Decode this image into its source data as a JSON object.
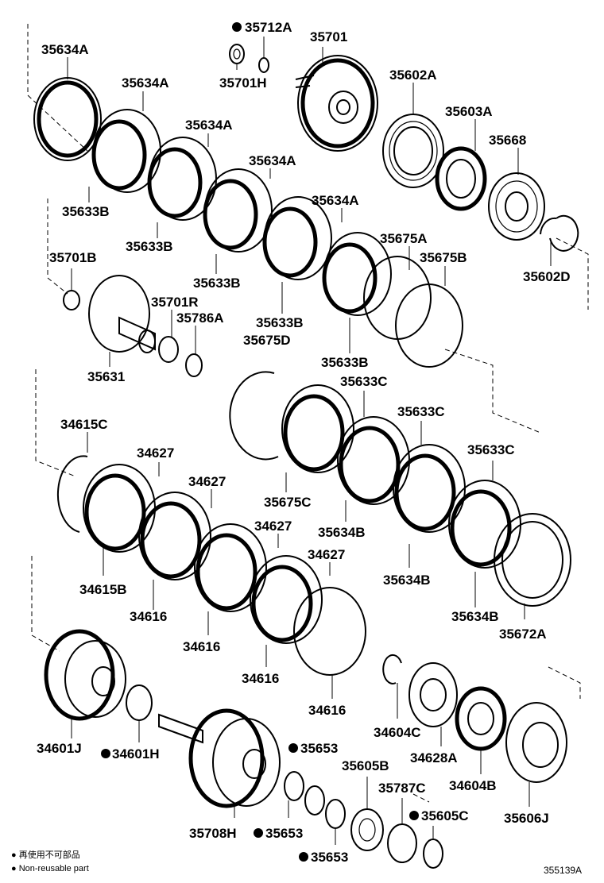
{
  "labels": {
    "l35712A": "35712A",
    "l35701": "35701",
    "l35634A_1": "35634A",
    "l35701H": "35701H",
    "l35602A": "35602A",
    "l35634A_2": "35634A",
    "l35603A": "35603A",
    "l35634A_3": "35634A",
    "l35668": "35668",
    "l35634A_4": "35634A",
    "l35633B_1": "35633B",
    "l35634A_5": "35634A",
    "l35701B": "35701B",
    "l35633B_2": "35633B",
    "l35675A": "35675A",
    "l35675B": "35675B",
    "l35602D": "35602D",
    "l35633B_3": "35633B",
    "l35701R": "35701R",
    "l35786A": "35786A",
    "l35633B_4": "35633B",
    "l35675D": "35675D",
    "l35633B_5": "35633B",
    "l35631": "35631",
    "l35633C_1": "35633C",
    "l34615C": "34615C",
    "l35633C_2": "35633C",
    "l34627_1": "34627",
    "l35633C_3": "35633C",
    "l34627_2": "34627",
    "l35675C": "35675C",
    "l34627_3": "34627",
    "l35634B_1": "35634B",
    "l34627_4": "34627",
    "l34615B": "34615B",
    "l35634B_2": "35634B",
    "l34616_1": "34616",
    "l35634B_3": "35634B",
    "l35672A": "35672A",
    "l34616_2": "34616",
    "l34616_3": "34616",
    "l34616_4": "34616",
    "l34604C": "34604C",
    "l34601J": "34601J",
    "l34601H": "34601H",
    "l35653_1": "35653",
    "l34628A": "34628A",
    "l35605B": "35605B",
    "l34604B": "34604B",
    "l35787C": "35787C",
    "l35605C": "35605C",
    "l35606J": "35606J",
    "l35708H": "35708H",
    "l35653_2": "35653",
    "l35653_3": "35653"
  },
  "legend": {
    "line1": "● 再使用不可部品",
    "line2": "● Non-reusable part"
  },
  "diagram_code": "355139A"
}
